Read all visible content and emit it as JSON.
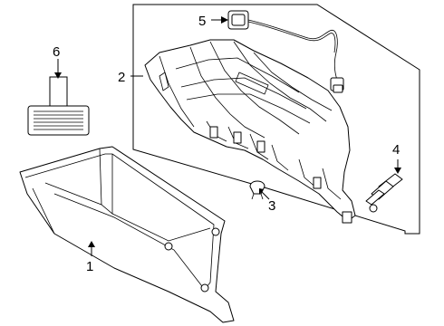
{
  "callouts": {
    "glove_box": "1",
    "housing": "2",
    "bumper": "3",
    "damper": "4",
    "lamp": "5",
    "pad": "6"
  },
  "colors": {
    "line": "#000000",
    "background": "#ffffff"
  }
}
